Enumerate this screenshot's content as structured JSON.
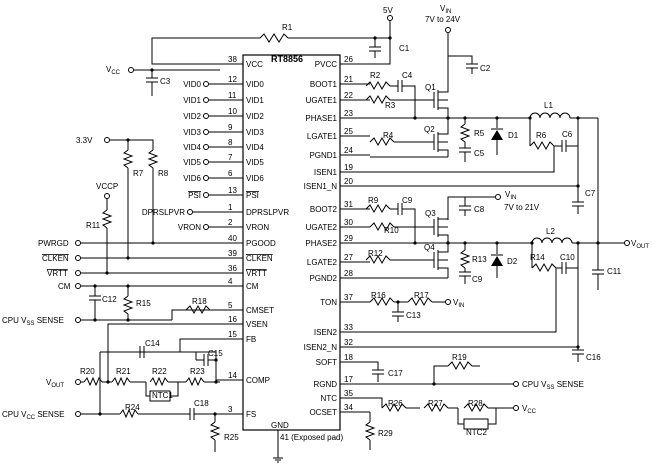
{
  "ic": {
    "name": "RT8856",
    "gnd_label": "GND",
    "exposed_pad": "41 (Exposed pad)",
    "left_pins": [
      {
        "num": "38",
        "label": "VCC"
      },
      {
        "num": "12",
        "label": "VID0"
      },
      {
        "num": "11",
        "label": "VID1"
      },
      {
        "num": "10",
        "label": "VID2"
      },
      {
        "num": "9",
        "label": "VID3"
      },
      {
        "num": "8",
        "label": "VID4"
      },
      {
        "num": "7",
        "label": "VID5"
      },
      {
        "num": "6",
        "label": "VID6"
      },
      {
        "num": "13",
        "label": "PSI"
      },
      {
        "num": "1",
        "label": "DPRSLPVR"
      },
      {
        "num": "2",
        "label": "VRON"
      },
      {
        "num": "40",
        "label": "PGOOD"
      },
      {
        "num": "39",
        "label": "CLKEN"
      },
      {
        "num": "36",
        "label": "VRTT"
      },
      {
        "num": "4",
        "label": "CM"
      },
      {
        "num": "5",
        "label": "CMSET"
      },
      {
        "num": "16",
        "label": "VSEN"
      },
      {
        "num": "15",
        "label": "FB"
      },
      {
        "num": "14",
        "label": "COMP"
      },
      {
        "num": "3",
        "label": "FS"
      }
    ],
    "right_pins": [
      {
        "num": "26",
        "label": "PVCC"
      },
      {
        "num": "21",
        "label": "BOOT1"
      },
      {
        "num": "22",
        "label": "UGATE1"
      },
      {
        "num": "23",
        "label": "PHASE1"
      },
      {
        "num": "25",
        "label": "LGATE1"
      },
      {
        "num": "24",
        "label": "PGND1"
      },
      {
        "num": "19",
        "label": "ISEN1"
      },
      {
        "num": "20",
        "label": "ISEN1_N"
      },
      {
        "num": "31",
        "label": "BOOT2"
      },
      {
        "num": "30",
        "label": "UGATE2"
      },
      {
        "num": "29",
        "label": "PHASE2"
      },
      {
        "num": "27",
        "label": "LGATE2"
      },
      {
        "num": "28",
        "label": "PGND2"
      },
      {
        "num": "37",
        "label": "TON"
      },
      {
        "num": "33",
        "label": "ISEN2"
      },
      {
        "num": "32",
        "label": "ISEN2_N"
      },
      {
        "num": "18",
        "label": "SOFT"
      },
      {
        "num": "17",
        "label": "RGND"
      },
      {
        "num": "35",
        "label": "NTC"
      },
      {
        "num": "34",
        "label": "OCSET"
      }
    ]
  },
  "supplies": {
    "v5": "5V",
    "vin_top": "V",
    "vin_top_sub": "IN",
    "vin_top_range": "7V to 24V",
    "vin2": "V",
    "vin2_sub": "IN",
    "vin2_range": "7V to 21V",
    "vcc_left": "V",
    "vcc_left_sub": "CC",
    "v33": "3.3V",
    "vccp": "VCCP",
    "vout_right": "V",
    "vout_right_sub": "OUT",
    "vin_ton": "V",
    "vin_ton_sub": "IN",
    "vcc_bottom": "V",
    "vcc_bottom_sub": "CC",
    "vout_left": "V",
    "vout_left_sub": "OUT"
  },
  "signals": {
    "pwrgd": "PWRGD",
    "clken": "CLKEN",
    "vrtt": "VRTT",
    "cm": "CM",
    "cpu_sense_1_pre": "CPU V",
    "cpu_sense_1_sub": "SS",
    "cpu_sense_1_post": " SENSE",
    "cpu_sense_2_pre": "CPU V",
    "cpu_sense_2_sub": "SS",
    "cpu_sense_2_post": " SENSE",
    "cpu_sense_3_pre": "CPU V",
    "cpu_sense_3_sub": "CC",
    "cpu_sense_3_post": " SENSE"
  },
  "components": {
    "R1": "R1",
    "R2": "R2",
    "R3": "R3",
    "R4": "R4",
    "R5": "R5",
    "R6": "R6",
    "R7": "R7",
    "R8": "R8",
    "R9": "R9",
    "R10": "R10",
    "R11": "R11",
    "R12": "R12",
    "R13": "R13",
    "R14": "R14",
    "R15": "R15",
    "R16": "R16",
    "R17": "R17",
    "R18": "R18",
    "R19": "R19",
    "R20": "R20",
    "R21": "R21",
    "R22": "R22",
    "R23": "R23",
    "R24": "R24",
    "R25": "R25",
    "R26": "R26",
    "R27": "R27",
    "R28": "R28",
    "R29": "R29",
    "C1": "C1",
    "C2": "C2",
    "C3": "C3",
    "C4": "C4",
    "C5": "C5",
    "C6": "C6",
    "C7": "C7",
    "C8": "C8",
    "C9": "C9",
    "C10": "C10",
    "C11": "C11",
    "C12": "C12",
    "C13": "C13",
    "C14": "C14",
    "C15": "C15",
    "C16": "C16",
    "C17": "C17",
    "C18": "C18",
    "L1": "L1",
    "L2": "L2",
    "Q1": "Q1",
    "Q2": "Q2",
    "Q3": "Q3",
    "Q4": "Q4",
    "D1": "D1",
    "D2": "D2",
    "NTC1": "NTC1",
    "NTC2": "NTC2"
  }
}
